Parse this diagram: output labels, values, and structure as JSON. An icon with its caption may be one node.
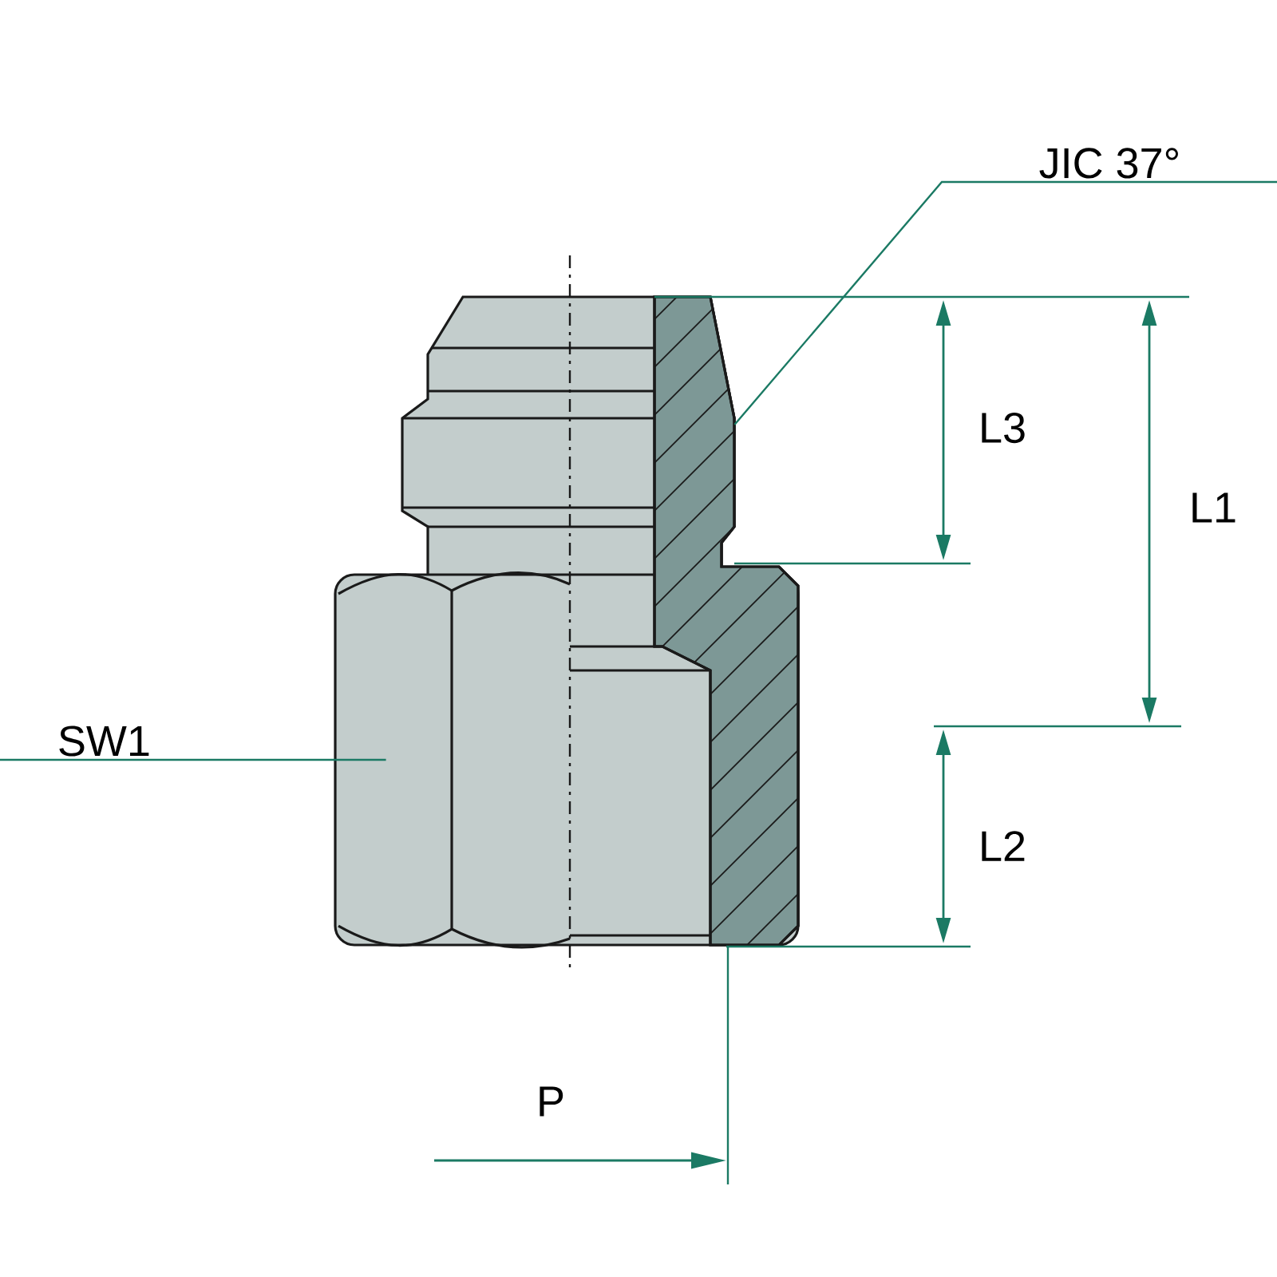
{
  "diagram": {
    "nodes": [
      {
        "text": [
          "JIC 37°"
        ]
      },
      {
        "text": [],
        "shape": "picture"
      },
      {
        "text": [
          "SW1"
        ]
      },
      {
        "text": [],
        "shape": "picture"
      }
    ],
    "edges": [
      {
        "from": 0,
        "to": 1,
        "arrow": "none"
      },
      {
        "from": 2,
        "to": 3,
        "arrow": "none"
      }
    ],
    "labels": [
      "L3",
      "L1",
      "L2",
      "P"
    ]
  }
}
